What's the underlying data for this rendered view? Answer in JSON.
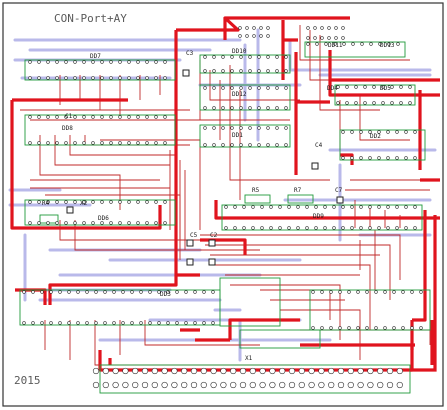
{
  "board": {
    "title": "CON-Port+AY",
    "year": "2015"
  },
  "components": [
    {
      "id": "dd7",
      "label": "DD7"
    },
    {
      "id": "dd8",
      "label": "DD8"
    },
    {
      "id": "dd6",
      "label": "DD6"
    },
    {
      "id": "dd1",
      "label": "DD1"
    },
    {
      "id": "dd2",
      "label": "DD2"
    },
    {
      "id": "dd9",
      "label": "DD9"
    },
    {
      "id": "dd3",
      "label": "DD3"
    },
    {
      "id": "dd10",
      "label": "DD10"
    },
    {
      "id": "dd11",
      "label": "DD11"
    },
    {
      "id": "dd12",
      "label": "DD12"
    },
    {
      "id": "dd13",
      "label": "DD13"
    },
    {
      "id": "dd4",
      "label": "DD4"
    },
    {
      "id": "dd5",
      "label": "DD5"
    },
    {
      "id": "c1",
      "label": "C1"
    },
    {
      "id": "c2",
      "label": "C2"
    },
    {
      "id": "c3",
      "label": "C3"
    },
    {
      "id": "c4",
      "label": "C4"
    },
    {
      "id": "c5",
      "label": "C5"
    },
    {
      "id": "c7",
      "label": "C7"
    },
    {
      "id": "r4",
      "label": "R4"
    },
    {
      "id": "r5",
      "label": "R5"
    },
    {
      "id": "r7",
      "label": "R7"
    },
    {
      "id": "x1",
      "label": "X1"
    },
    {
      "id": "x2",
      "label": "X2"
    }
  ],
  "colors": {
    "trace_power": "#e0141e",
    "trace_signal": "#c02a2a",
    "trace_bottom": "#b9b9ea",
    "silkscreen": "#1f9a3a",
    "pad": "#e8e8e8",
    "outline": "#222222"
  }
}
